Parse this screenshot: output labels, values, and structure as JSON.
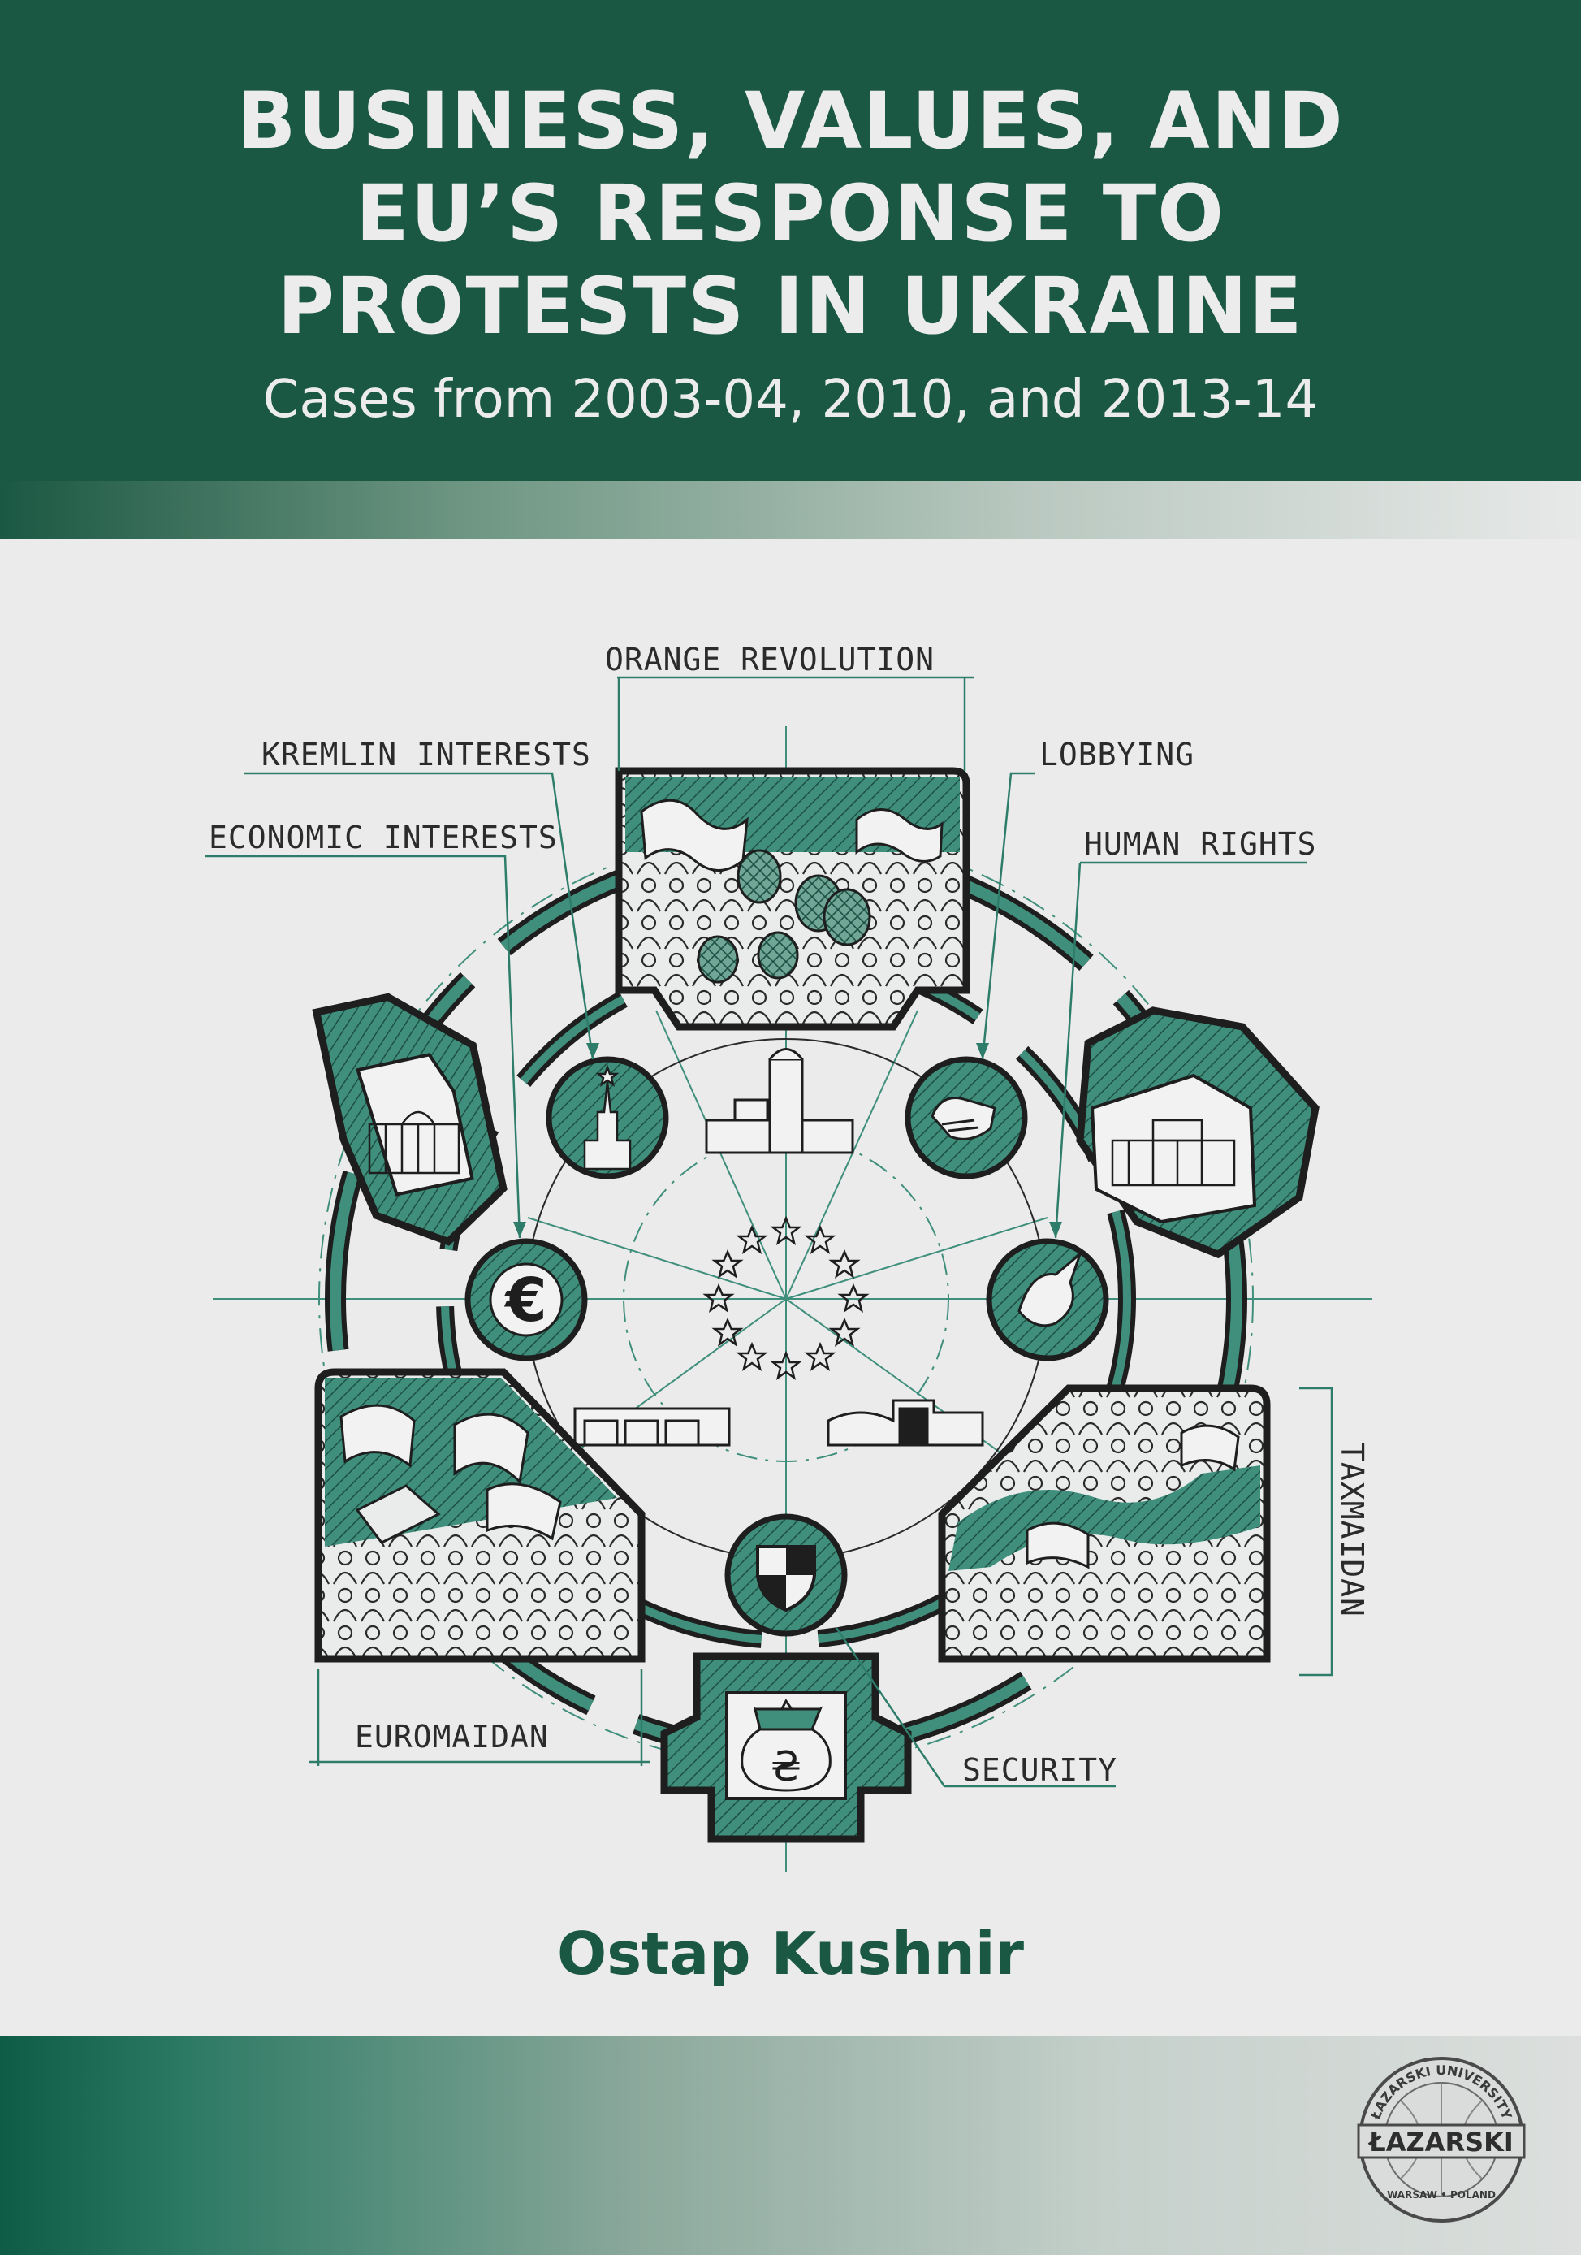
{
  "cover": {
    "title_lines": [
      "BUSINESS, VALUES, AND",
      "EU’S RESPONSE TO",
      "PROTESTS IN UKRAINE"
    ],
    "subtitle": "Cases from 2003-04, 2010, and 2013-14",
    "author": "Ostap Kushnir"
  },
  "diagram": {
    "labels": {
      "orange_revolution": "ORANGE REVOLUTION",
      "kremlin_interests": "KREMLIN INTERESTS",
      "economic_interests": "ECONOMIC INTERESTS",
      "lobbying": "LOBBYING",
      "human_rights": "HUMAN RIGHTS",
      "taxmaidan": "TAXMAIDAN",
      "euromaidan": "EUROMAIDAN",
      "security": "SECURITY"
    },
    "icons": {
      "center": "eu-stars-icon",
      "kremlin": "kremlin-tower-icon",
      "economic": "euro-icon",
      "lobbying": "handshake-icon",
      "human_rights": "dove-hand-icon",
      "security": "shield-icon",
      "money": "hryvnia-bag-icon"
    }
  },
  "publisher": {
    "logo_top": "ŁAZARSKI UNIVERSITY",
    "logo_main": "ŁAZARSKI",
    "logo_bottom": "WARSAW • POLAND"
  },
  "colors": {
    "brand_green": "#1b5843",
    "teal_fill": "#3f8f7c",
    "ink": "#1e1e1e",
    "paper": "#ebebeb"
  }
}
